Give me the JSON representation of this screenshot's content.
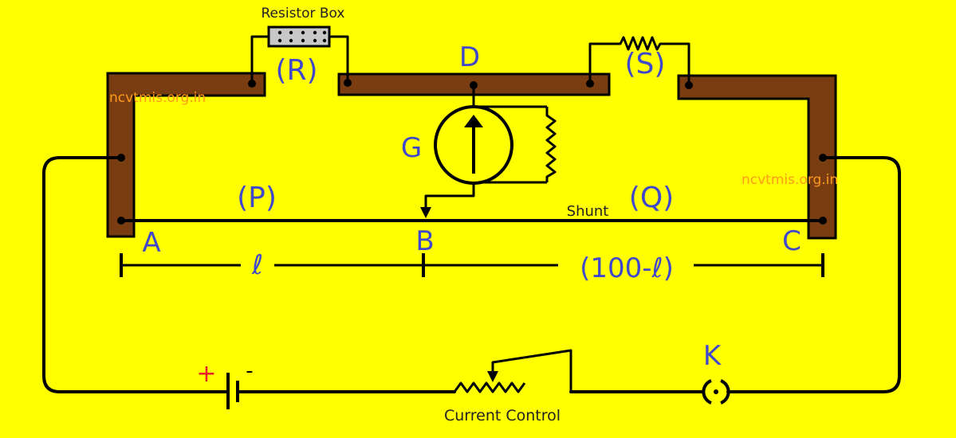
{
  "colors": {
    "background": "#ffff00",
    "strip": "#7a3d12",
    "label": "#3f48cc",
    "watermark": "#ff9a1a",
    "plus": "#e8182a"
  },
  "labels": {
    "resistor_box": "Resistor Box",
    "R": "(R)",
    "D": "D",
    "S": "(S)",
    "G": "G",
    "P": "(P)",
    "Q": "(Q)",
    "shunt": "Shunt",
    "A": "A",
    "B": "B",
    "C": "C",
    "l": "ℓ",
    "hundred_minus_l": "(100-ℓ)",
    "K": "K",
    "plus": "+",
    "minus": "-",
    "current_control": "Current Control"
  },
  "watermark": {
    "left": "ncvtmis.org.in",
    "right": "ncvtmis.org.in"
  }
}
